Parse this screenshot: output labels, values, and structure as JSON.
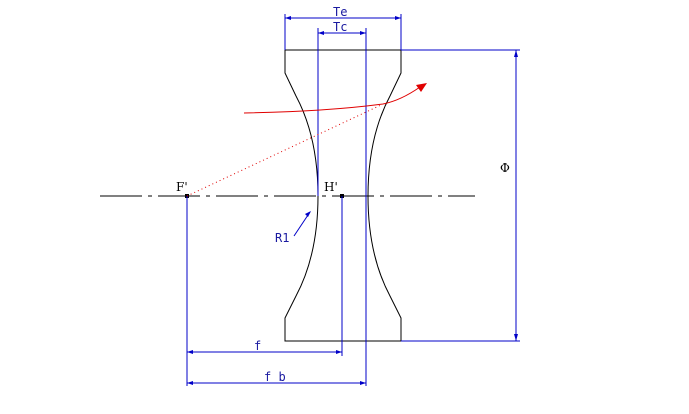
{
  "labels": {
    "te": "Te",
    "tc": "Tc",
    "phi": "Φ",
    "f_prime": "F'",
    "h_prime": "H'",
    "r1": "R1",
    "f": "f",
    "fb": "f b"
  },
  "colors": {
    "dimension": "#0000c8",
    "label": "#1a1aa0",
    "ray": "#e00000",
    "outline": "#000000"
  }
}
